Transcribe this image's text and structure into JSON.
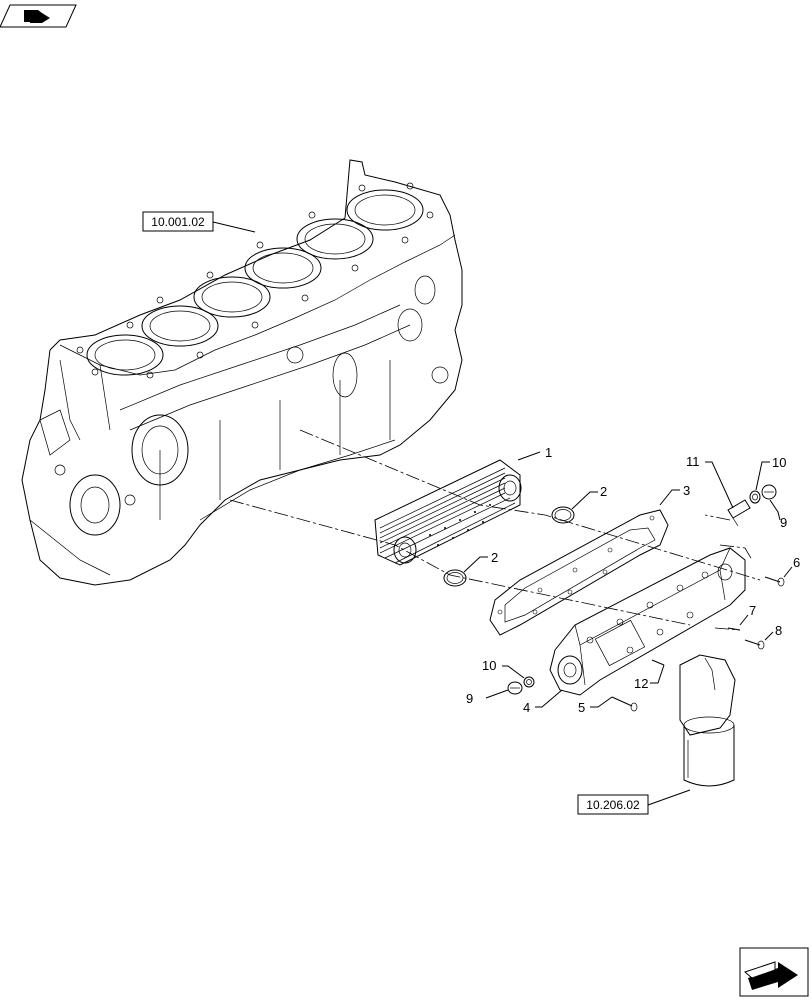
{
  "references": {
    "engine_block": "10.001.02",
    "oil_filter": "10.206.02"
  },
  "callouts": {
    "c1": "1",
    "c2a": "2",
    "c2b": "2",
    "c3": "3",
    "c4": "4",
    "c5": "5",
    "c6": "6",
    "c7": "7",
    "c8": "8",
    "c9a": "9",
    "c9b": "9",
    "c10a": "10",
    "c10b": "10",
    "c11": "11",
    "c12": "12"
  },
  "icons": {
    "top_left": "page-flip-icon",
    "bottom_right": "next-page-arrow-icon"
  }
}
